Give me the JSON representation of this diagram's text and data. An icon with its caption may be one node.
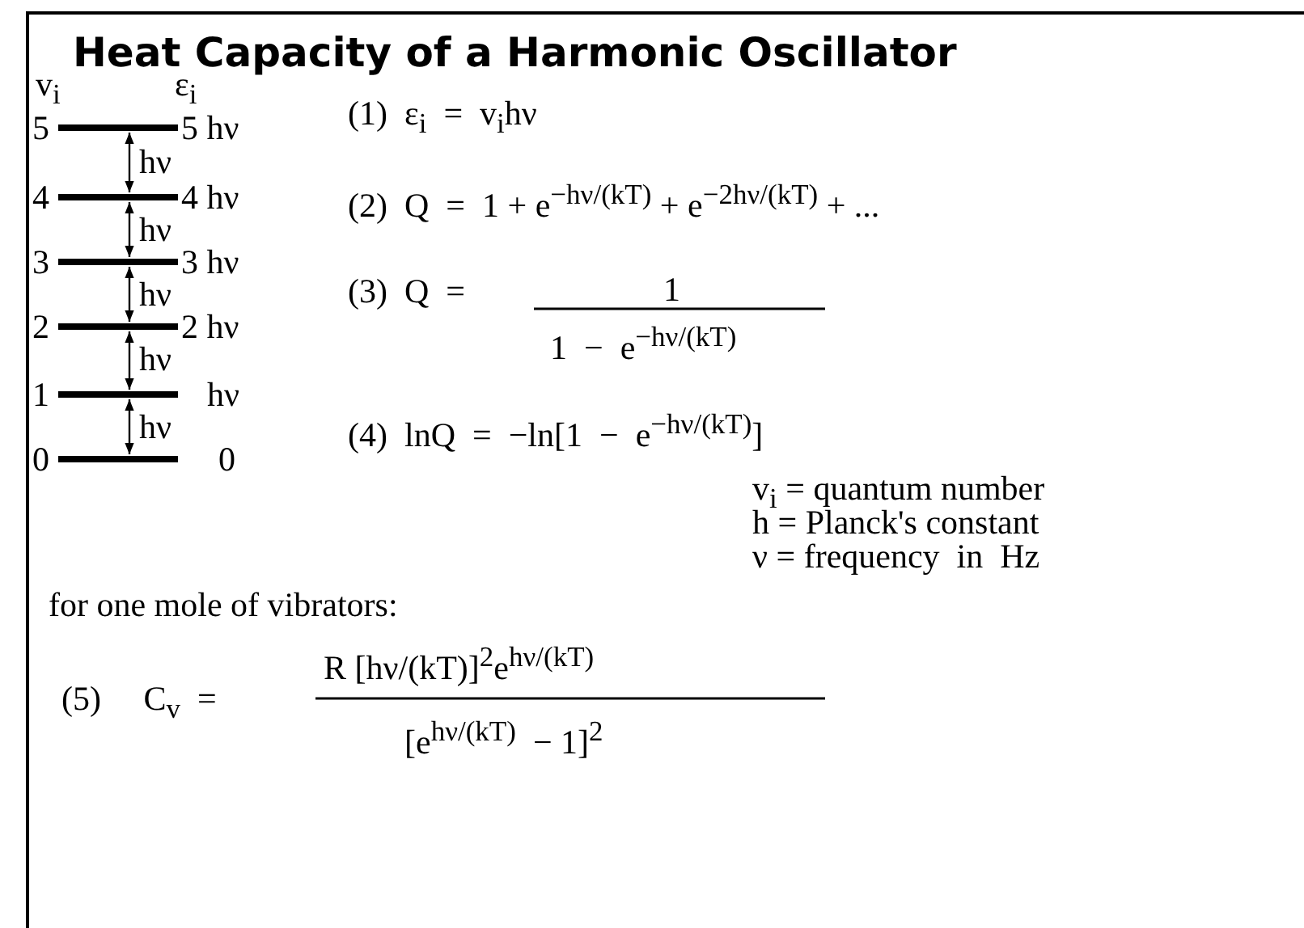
{
  "diagram": {
    "title": "Heat Capacity of a Harmonic Oscillator",
    "labels": [
      "v$_{i}$",
      "ε$_{i}$",
      "5",
      "5 hν",
      "(1)  ε$_{i}$  =  v$_{i}$hν",
      "hν",
      "4",
      "4 hν",
      "(2)  Q  =  1 + e$^{−hν/(kT)}$ + e$^{−2hν/(kT)}$ + ...",
      "hν",
      "3",
      "3 hν",
      "(3)  Q  =",
      "1",
      "1  −  e$^{−hν/(kT)}$",
      "hν",
      "2",
      "2 hν",
      "hν",
      "1",
      "hν",
      "(4)  lnQ  =  −ln[1  −  e$^{−hν/(kT)}$]",
      "hν",
      "0",
      "0",
      "v$_{i}$ = quantum number",
      "h = Planck's constant",
      "ν = frequency  in  Hz",
      "for one mole of vibrators:",
      "(5)     C$_{v}$  =",
      "R [hν/(kT)]$^{2}$e$^{hν/(kT)}$",
      "[e$^{hν/(kT)}$  − 1]$^{2}$"
    ]
  }
}
